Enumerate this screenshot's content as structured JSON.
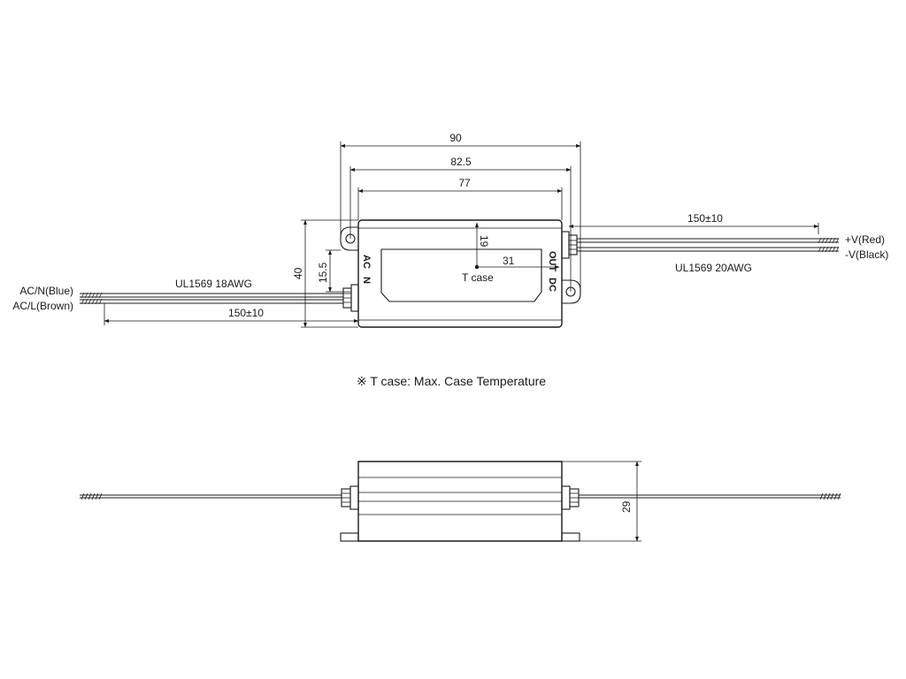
{
  "dimensions": {
    "overall_width": "90",
    "mount_width": "82.5",
    "body_width": "77",
    "height": "40",
    "mount_offset": "15.5",
    "tcase_vertical": "19",
    "tcase_horizontal": "31",
    "input_wire_length": "150±10",
    "output_wire_length": "150±10",
    "side_height": "29"
  },
  "labels": {
    "ac_in_1": "AC",
    "ac_in_2": "N",
    "dc_out_1": "DC",
    "dc_out_2": "OUT",
    "tcase": "T case",
    "input_cable": "UL1569  18AWG",
    "output_cable": "UL1569  20AWG",
    "ac_n": "AC/N(Blue)",
    "ac_l": "AC/L(Brown)",
    "v_pos": "+V(Red)",
    "v_neg": "-V(Black)"
  },
  "note": "※ T case: Max. Case Temperature"
}
